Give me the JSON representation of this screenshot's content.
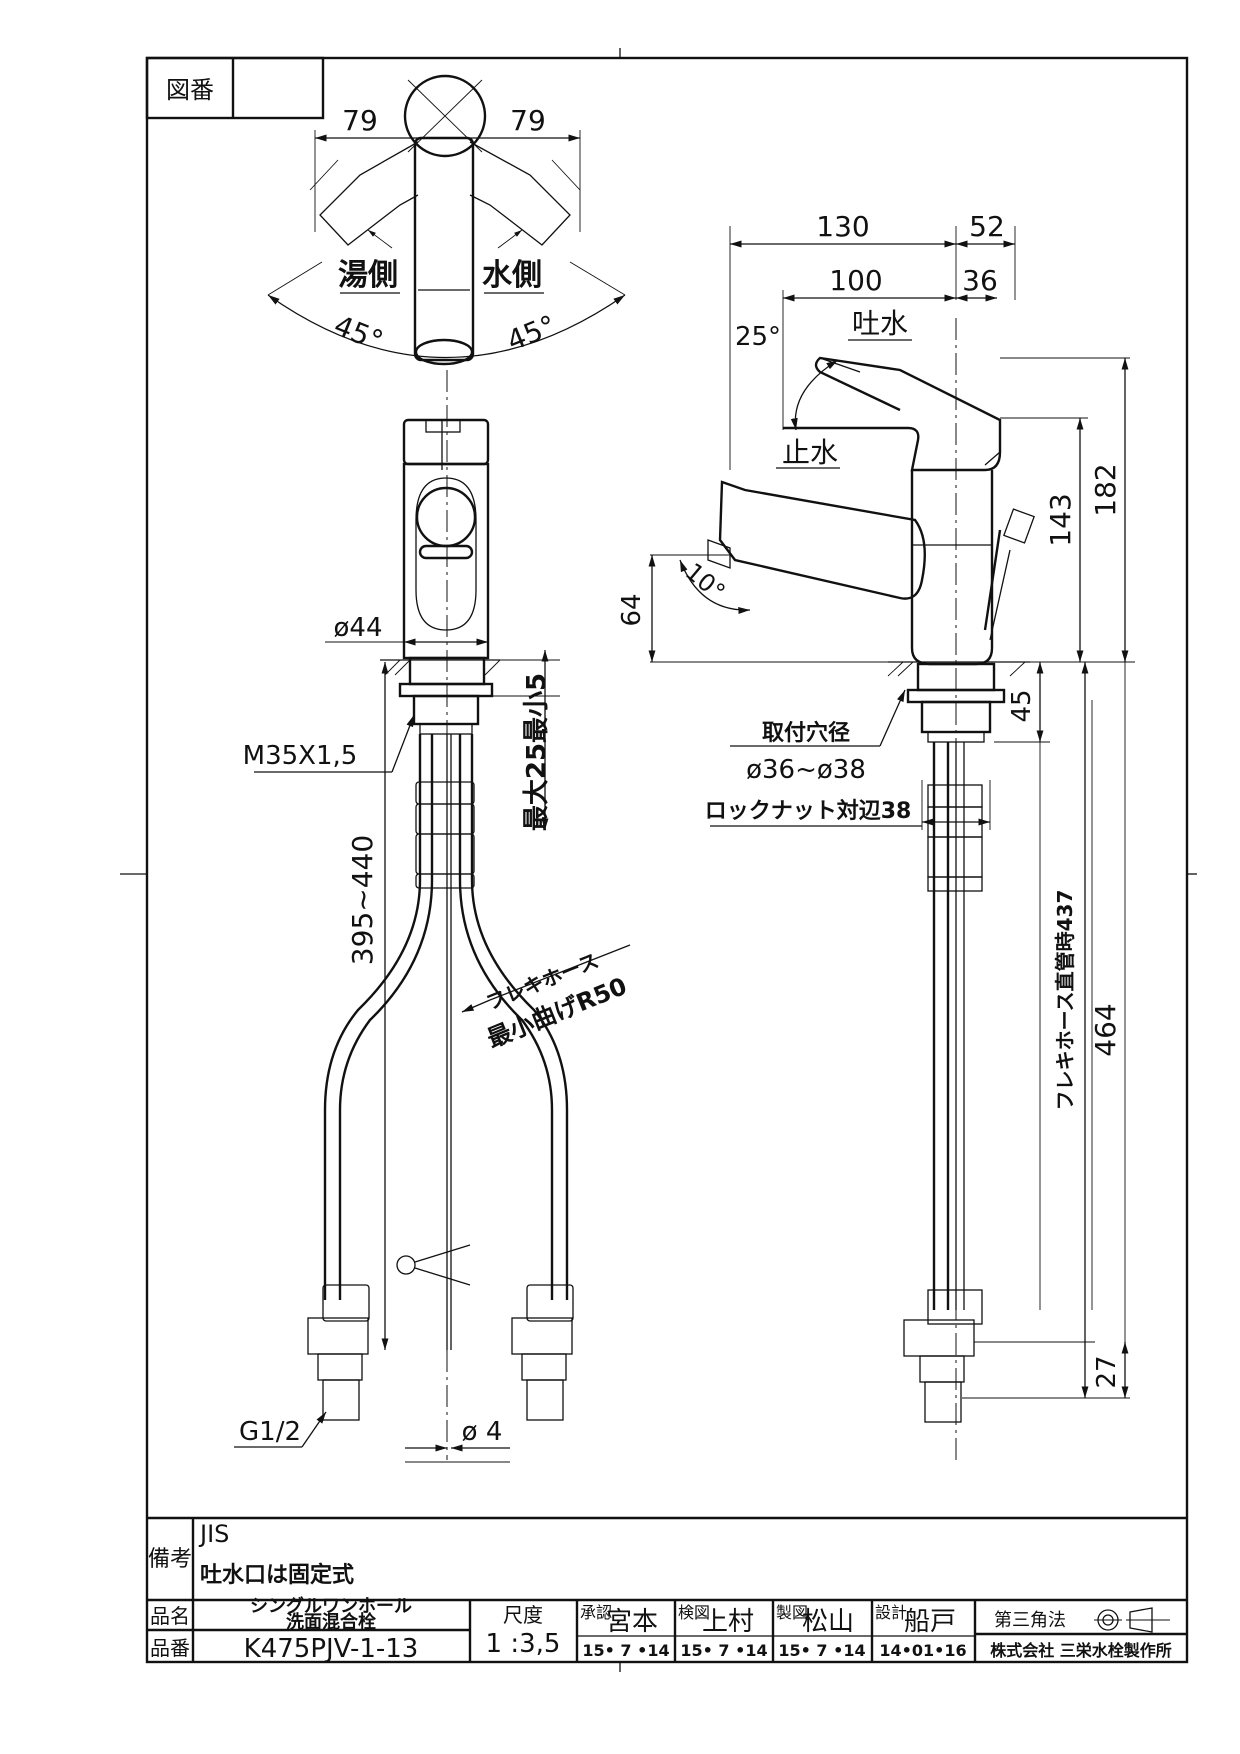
{
  "title_block": {
    "drawing_no_label": "図番",
    "drawing_no_value": "",
    "remarks_label": "備考",
    "remarks": [
      "JIS",
      "吐水口は固定式"
    ],
    "product_name_label": "品名",
    "product_name": [
      "シングルワンホール",
      "洗面混合栓"
    ],
    "product_no_label": "品番",
    "product_no": "K475PJV-1-13",
    "scale_label": "尺度",
    "scale": "1 :3,5",
    "approved_label": "承認",
    "approved_by": "宮本",
    "approved_date": "15• 7 •14",
    "checked_label": "検図",
    "checked_by": "上村",
    "checked_date": "15• 7 •14",
    "drawn_label": "製図",
    "drawn_by": "松山",
    "drawn_date": "15• 7 •14",
    "design_label": "設計",
    "design_by": "船戸",
    "design_date": "14•01•16",
    "projection": "第三角法",
    "company": "株式会社 三栄水栓製作所"
  },
  "top_view": {
    "dim_left": "79",
    "dim_right": "79",
    "hot_side": "湯側",
    "cold_side": "水側",
    "angle_left": "45°",
    "angle_right": "45°"
  },
  "front_view": {
    "diameter": "ø44",
    "thread": "M35X1,5",
    "clamp_range": "最大25最小5",
    "length_range": "395~440",
    "hose_label": "フレキホース",
    "hose_bend": "最小曲げR50",
    "supply_thread": "G1/2",
    "rod_diameter": "ø 4"
  },
  "side_view": {
    "dim_130": "130",
    "dim_52": "52",
    "dim_100": "100",
    "dim_36": "36",
    "spout_label": "吐水",
    "angle_25": "25°",
    "stop_label": "止水",
    "angle_10": "10°",
    "dim_64": "64",
    "dim_143": "143",
    "dim_182": "182",
    "dim_45": "45",
    "mount_hole_label": "取付穴径",
    "mount_hole_value": "ø36~ø38",
    "locknut_label": "ロックナット対辺38",
    "hose_straight": "フレキホース直管時437",
    "dim_464": "464",
    "dim_27": "27"
  }
}
